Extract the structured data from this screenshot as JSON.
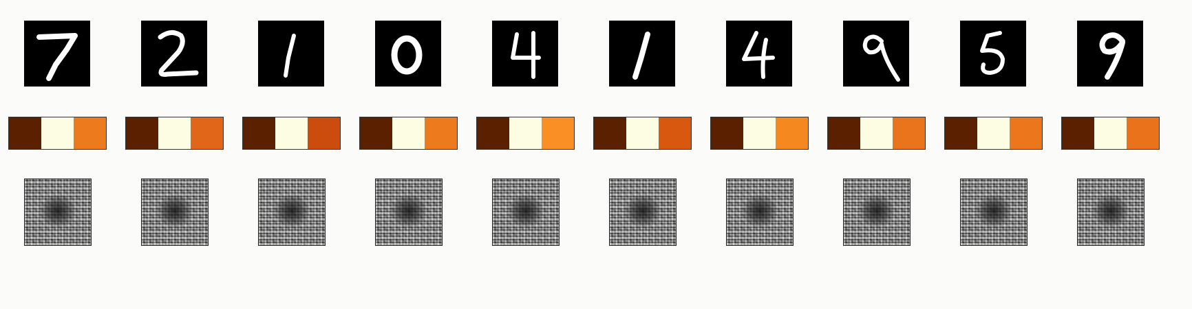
{
  "digits": [
    "7",
    "2",
    "1",
    "0",
    "4",
    "1",
    "4",
    "9",
    "5",
    "9"
  ],
  "code_colors": [
    [
      "#5a2000",
      "#fdfde4",
      "#ee7a1e"
    ],
    [
      "#5a2000",
      "#fdfde4",
      "#e2661a"
    ],
    [
      "#5a2000",
      "#fdfde4",
      "#cc4c0e"
    ],
    [
      "#5a2000",
      "#fdfde4",
      "#ee7a1e"
    ],
    [
      "#5a2000",
      "#fdfde4",
      "#fa8f25"
    ],
    [
      "#5a2000",
      "#fdfde4",
      "#d95810"
    ],
    [
      "#5a2000",
      "#fdfde4",
      "#f5891f"
    ],
    [
      "#5a2000",
      "#fdfde4",
      "#ea741c"
    ],
    [
      "#5a2000",
      "#fdfde4",
      "#ec761c"
    ],
    [
      "#5a2000",
      "#fdfde4",
      "#ea721b"
    ]
  ],
  "colors": {
    "background": "#fbfbf9",
    "digit_background": "#000000",
    "digit_stroke": "#ffffff"
  }
}
